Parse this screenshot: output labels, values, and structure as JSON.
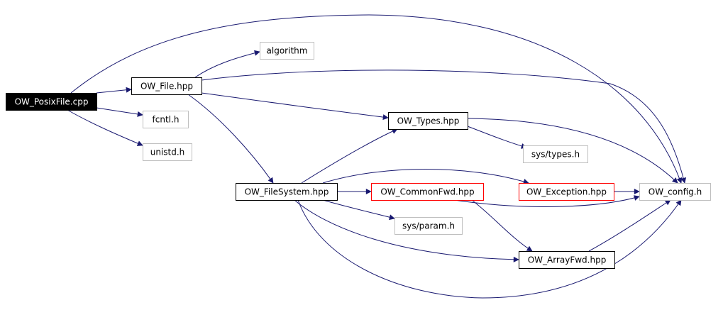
{
  "colors": {
    "edge": "#191970",
    "node_border_normal": "#000000",
    "node_border_external": "#bfbfbf",
    "node_border_documented": "#ff0000",
    "root_fill": "#000000",
    "root_text": "#ffffff",
    "text": "#000000"
  },
  "nodes": [
    {
      "id": "posixfile",
      "label": "OW_PosixFile.cpp",
      "kind": "root"
    },
    {
      "id": "file",
      "label": "OW_File.hpp",
      "kind": "normal"
    },
    {
      "id": "algorithm",
      "label": "algorithm",
      "kind": "external"
    },
    {
      "id": "fcntl",
      "label": "fcntl.h",
      "kind": "external"
    },
    {
      "id": "unistd",
      "label": "unistd.h",
      "kind": "external"
    },
    {
      "id": "types",
      "label": "OW_Types.hpp",
      "kind": "normal"
    },
    {
      "id": "systypes",
      "label": "sys/types.h",
      "kind": "external"
    },
    {
      "id": "filesystem",
      "label": "OW_FileSystem.hpp",
      "kind": "normal"
    },
    {
      "id": "commonfwd",
      "label": "OW_CommonFwd.hpp",
      "kind": "documented"
    },
    {
      "id": "exception",
      "label": "OW_Exception.hpp",
      "kind": "documented"
    },
    {
      "id": "config",
      "label": "OW_config.h",
      "kind": "external"
    },
    {
      "id": "sysparam",
      "label": "sys/param.h",
      "kind": "external"
    },
    {
      "id": "arrayfwd",
      "label": "OW_ArrayFwd.hpp",
      "kind": "normal"
    }
  ],
  "edges": [
    {
      "from": "posixfile",
      "to": "file"
    },
    {
      "from": "posixfile",
      "to": "config"
    },
    {
      "from": "posixfile",
      "to": "fcntl"
    },
    {
      "from": "posixfile",
      "to": "unistd"
    },
    {
      "from": "file",
      "to": "algorithm"
    },
    {
      "from": "file",
      "to": "config"
    },
    {
      "from": "file",
      "to": "types"
    },
    {
      "from": "file",
      "to": "filesystem"
    },
    {
      "from": "types",
      "to": "config"
    },
    {
      "from": "types",
      "to": "systypes"
    },
    {
      "from": "filesystem",
      "to": "types"
    },
    {
      "from": "filesystem",
      "to": "exception"
    },
    {
      "from": "filesystem",
      "to": "commonfwd"
    },
    {
      "from": "filesystem",
      "to": "sysparam"
    },
    {
      "from": "filesystem",
      "to": "arrayfwd"
    },
    {
      "from": "filesystem",
      "to": "config"
    },
    {
      "from": "commonfwd",
      "to": "config"
    },
    {
      "from": "commonfwd",
      "to": "arrayfwd"
    },
    {
      "from": "exception",
      "to": "config"
    },
    {
      "from": "arrayfwd",
      "to": "config"
    }
  ]
}
